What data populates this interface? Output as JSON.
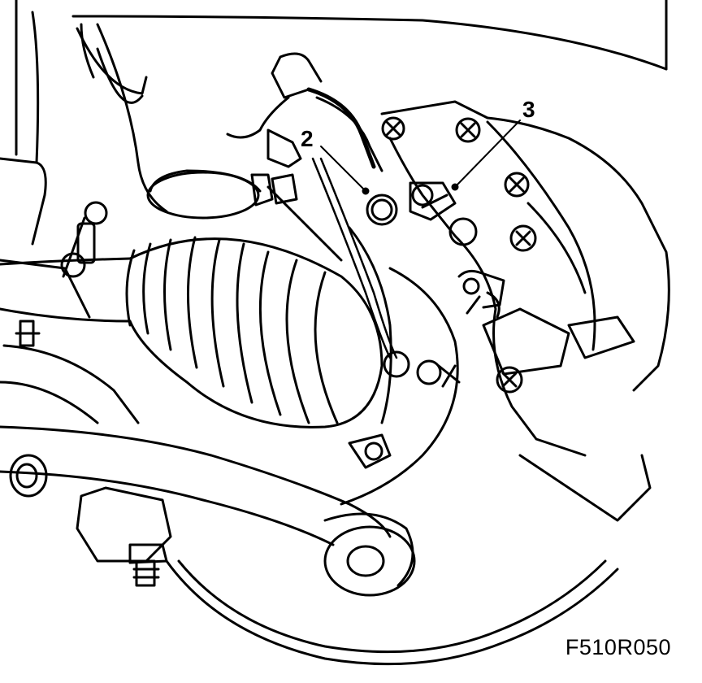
{
  "figure": {
    "callouts": [
      {
        "number": "2"
      },
      {
        "number": "3"
      }
    ],
    "figure_code": "F510R050"
  },
  "colors": {
    "line": "#000000",
    "background": "#ffffff"
  }
}
